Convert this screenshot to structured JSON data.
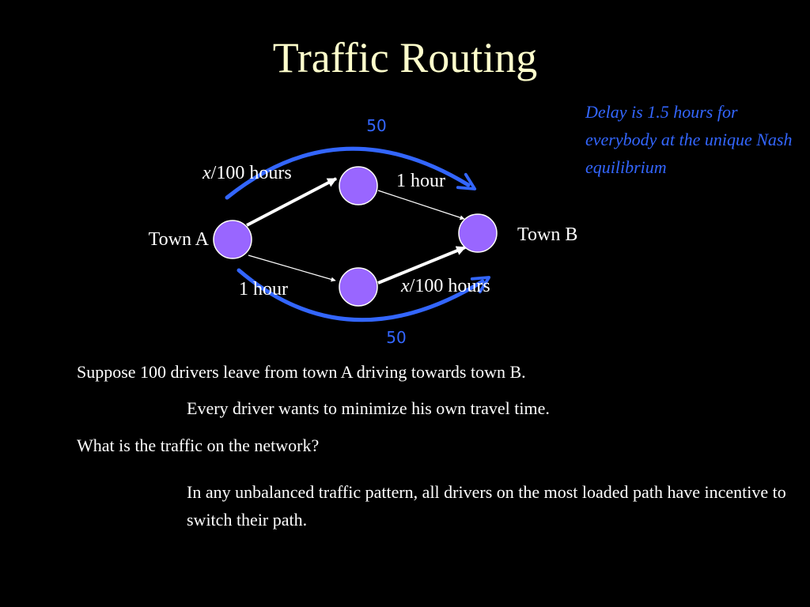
{
  "title": "Traffic Routing",
  "note": "Delay is 1.5 hours for everybody at the unique Nash equilibrium",
  "diagram": {
    "source_label": "Town A",
    "sink_label": "Town B",
    "edges": {
      "upper_first": {
        "var": "x",
        "rest": "/100 hours"
      },
      "upper_second": "1 hour",
      "lower_first": "1 hour",
      "lower_second": {
        "var": "x",
        "rest": "/100 hours"
      }
    },
    "flows": {
      "upper": "50",
      "lower": "50"
    }
  },
  "text": {
    "line1": "Suppose 100 drivers leave from town A driving towards town B.",
    "line2": "Every driver wants to minimize his own travel time.",
    "line3": "What is the traffic on the network?",
    "line4": "In any unbalanced traffic pattern, all drivers on the most loaded path have incentive to switch their path."
  },
  "colors": {
    "background": "#000000",
    "title": "#ffffcc",
    "note": "#3366ff",
    "node_fill": "#9966ff",
    "flow_arrow": "#3366ff",
    "edge": "#ffffff"
  }
}
